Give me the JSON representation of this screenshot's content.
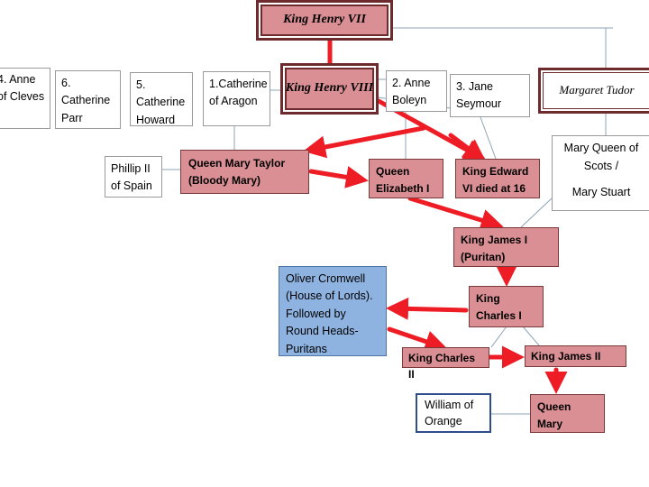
{
  "henry7": "King Henry VII",
  "henry8": "King Henry VIII",
  "margaret": "Margaret Tudor",
  "wives": {
    "anne_cleves": "4. Anne of Cleves",
    "parr": "6. Catherine Parr",
    "howard": "5. Catherine Howard",
    "aragon": "1.Catherine of Aragon",
    "boleyn": "2. Anne Boleyn",
    "seymour": "3. Jane Seymour"
  },
  "phillip": "Phillip II of Spain",
  "mary_tudor": "Queen Mary Taylor (Bloody Mary)",
  "elizabeth": "Queen Elizabeth I",
  "edward": "King Edward VI died at 16",
  "mary_scots_line1": "Mary Queen of Scots /",
  "mary_scots_line2": "Mary Stuart",
  "james1": "King James I (Puritan)",
  "charles1": "King Charles I",
  "cromwell": "Oliver Cromwell (House of Lords). Followed by Round Heads-Puritans",
  "charles2": "King Charles II",
  "james2": "King James II",
  "william": "William of Orange",
  "queen_mary": "Queen Mary",
  "colors": {
    "arrow": "#ee1c24",
    "pink_box": "#d98f94",
    "royal_border": "#6e2b2e",
    "blue_box": "#8eb3e0",
    "connector": "#8ea3b5"
  }
}
